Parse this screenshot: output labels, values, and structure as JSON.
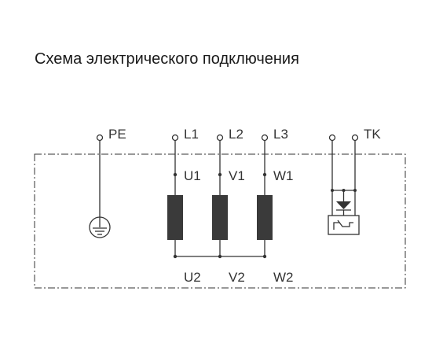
{
  "title": "Схема электрического подключения",
  "terminals": {
    "pe": "PE",
    "l1": "L1",
    "l2": "L2",
    "l3": "L3",
    "tk": "TK"
  },
  "windings": {
    "u1": "U1",
    "v1": "V1",
    "w1": "W1",
    "u2": "U2",
    "v2": "V2",
    "w2": "W2"
  },
  "colors": {
    "line": "#333333",
    "coil": "#3a3a3a"
  }
}
